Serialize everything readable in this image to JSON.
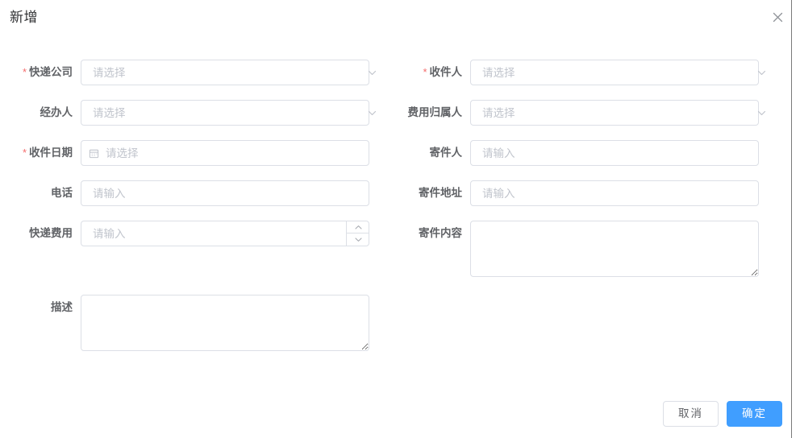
{
  "dialog": {
    "title": "新增",
    "close_icon": "close-icon"
  },
  "colors": {
    "primary": "#409eff",
    "required_star": "#f56c6c",
    "border": "#dcdfe6",
    "label_text": "#606266",
    "placeholder": "#c0c4cc",
    "title_text": "#303133"
  },
  "form": {
    "left_column": [
      {
        "label": "快递公司",
        "required": true,
        "type": "select",
        "value": "",
        "placeholder": "请选择",
        "name": "express-company"
      },
      {
        "label": "经办人",
        "required": false,
        "type": "select",
        "value": "",
        "placeholder": "请选择",
        "name": "handler"
      },
      {
        "label": "收件日期",
        "required": true,
        "type": "date",
        "value": "",
        "placeholder": "请选择",
        "name": "receive-date"
      },
      {
        "label": "电话",
        "required": false,
        "type": "text",
        "value": "",
        "placeholder": "请输入",
        "name": "phone"
      },
      {
        "label": "快递费用",
        "required": false,
        "type": "number",
        "value": "",
        "placeholder": "请输入",
        "name": "express-fee"
      },
      {
        "label": "描述",
        "required": false,
        "type": "textarea",
        "value": "",
        "placeholder": "",
        "name": "description"
      }
    ],
    "right_column": [
      {
        "label": "收件人",
        "required": true,
        "type": "select",
        "value": "",
        "placeholder": "请选择",
        "name": "recipient"
      },
      {
        "label": "费用归属人",
        "required": false,
        "type": "select",
        "value": "",
        "placeholder": "请选择",
        "name": "fee-owner"
      },
      {
        "label": "寄件人",
        "required": false,
        "type": "text",
        "value": "",
        "placeholder": "请输入",
        "name": "sender"
      },
      {
        "label": "寄件地址",
        "required": false,
        "type": "text",
        "value": "",
        "placeholder": "请输入",
        "name": "sender-address"
      },
      {
        "label": "寄件内容",
        "required": false,
        "type": "textarea",
        "value": "",
        "placeholder": "",
        "name": "parcel-content"
      }
    ]
  },
  "footer": {
    "cancel_label": "取消",
    "confirm_label": "确定"
  }
}
